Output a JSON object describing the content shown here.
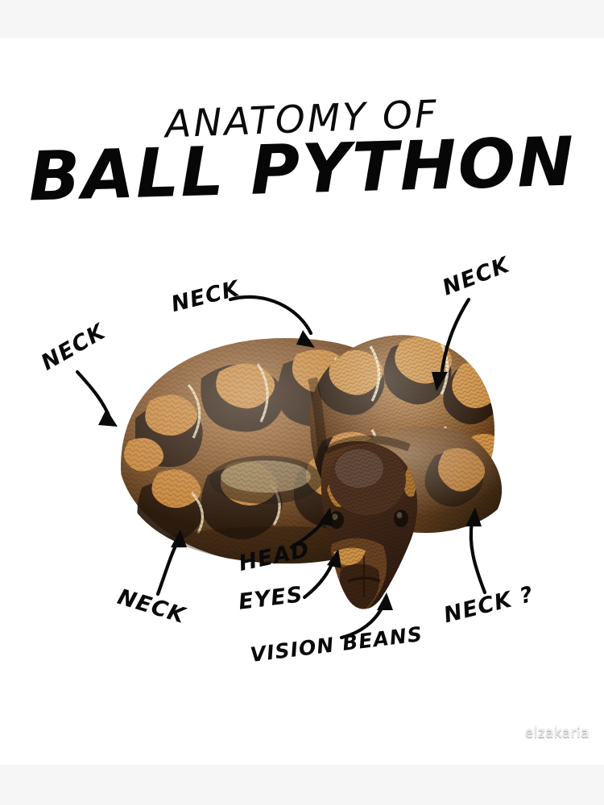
{
  "poster": {
    "background_color": "#ffffff",
    "band_color": "#f6f6f6",
    "ink_color": "#0a0a0a"
  },
  "title": {
    "line1": "ANATOMY OF",
    "line2": "BALL PYTHON"
  },
  "labels": [
    {
      "id": "neck-left",
      "text": "NECK"
    },
    {
      "id": "neck-top-mid",
      "text": "NECK"
    },
    {
      "id": "neck-top-right",
      "text": "NECK"
    },
    {
      "id": "neck-bottom-left",
      "text": "NECK"
    },
    {
      "id": "head",
      "text": "HEAD"
    },
    {
      "id": "eyes",
      "text": "EYES"
    },
    {
      "id": "vision-beans",
      "text": "VISION BEANS"
    },
    {
      "id": "neck-question",
      "text": "NECK ?"
    }
  ],
  "subject": {
    "name": "ball-python-photo",
    "description": "Coiled ball python",
    "colors": {
      "tan": "#c9893f",
      "light_tan": "#d9a262",
      "cream": "#ecdcb4",
      "dark_brown": "#3a2418",
      "near_black": "#241611",
      "mid_brown": "#8a5a2c",
      "head_brown": "#4a2e1e",
      "belly_cream": "#efe6d2"
    }
  },
  "watermark": {
    "text": "elzakaria"
  }
}
